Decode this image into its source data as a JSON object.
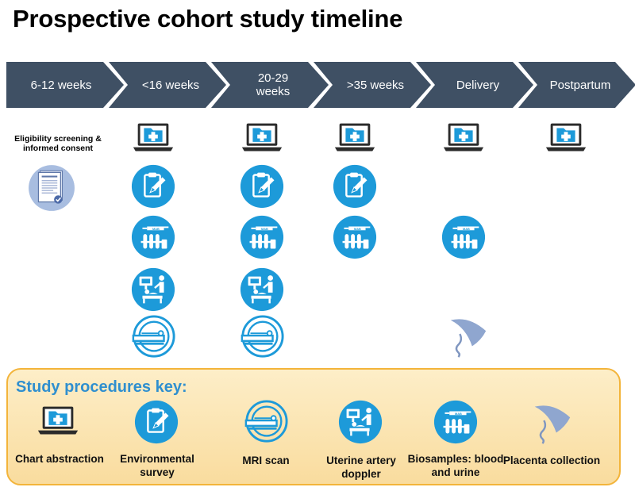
{
  "title": "Prospective cohort study timeline",
  "colors": {
    "chevron": "#3f5064",
    "icon_blue": "#1d9ad9",
    "key_title": "#2f8fcf",
    "key_border": "#f3b43a",
    "placenta": "#8fa6cf"
  },
  "timeline": {
    "stages": [
      {
        "label": "6-12 weeks"
      },
      {
        "label": "<16 weeks"
      },
      {
        "label": "20-29 weeks"
      },
      {
        "label": ">35 weeks"
      },
      {
        "label": "Delivery"
      },
      {
        "label": "Postpartum"
      }
    ],
    "eligibility_label": "Eligibility screening & informed consent",
    "consent_form_icon": "consent-form-icon",
    "procedures_by_stage": {
      "6-12 weeks": [
        "consent-form"
      ],
      "<16 weeks": [
        "chart-abstraction",
        "environmental-survey",
        "biosamples",
        "uterine-artery-doppler",
        "mri-scan"
      ],
      "20-29 weeks": [
        "chart-abstraction",
        "environmental-survey",
        "biosamples",
        "uterine-artery-doppler",
        "mri-scan"
      ],
      ">35 weeks": [
        "chart-abstraction",
        "environmental-survey",
        "biosamples"
      ],
      "Delivery": [
        "chart-abstraction",
        "biosamples",
        "placenta-collection"
      ],
      "Postpartum": [
        "chart-abstraction"
      ]
    }
  },
  "key": {
    "title": "Study procedures key:",
    "items": [
      {
        "label": "Chart abstraction",
        "icon": "laptop-chart-icon"
      },
      {
        "label": "Environmental survey",
        "icon": "clipboard-survey-icon"
      },
      {
        "label": "MRI scan",
        "icon": "mri-scanner-icon"
      },
      {
        "label": "Uterine artery doppler",
        "icon": "ultrasound-icon"
      },
      {
        "label": "Biosamples: blood and urine",
        "icon": "biosample-tubes-icon"
      },
      {
        "label": "Placenta collection",
        "icon": "placenta-icon"
      }
    ]
  }
}
